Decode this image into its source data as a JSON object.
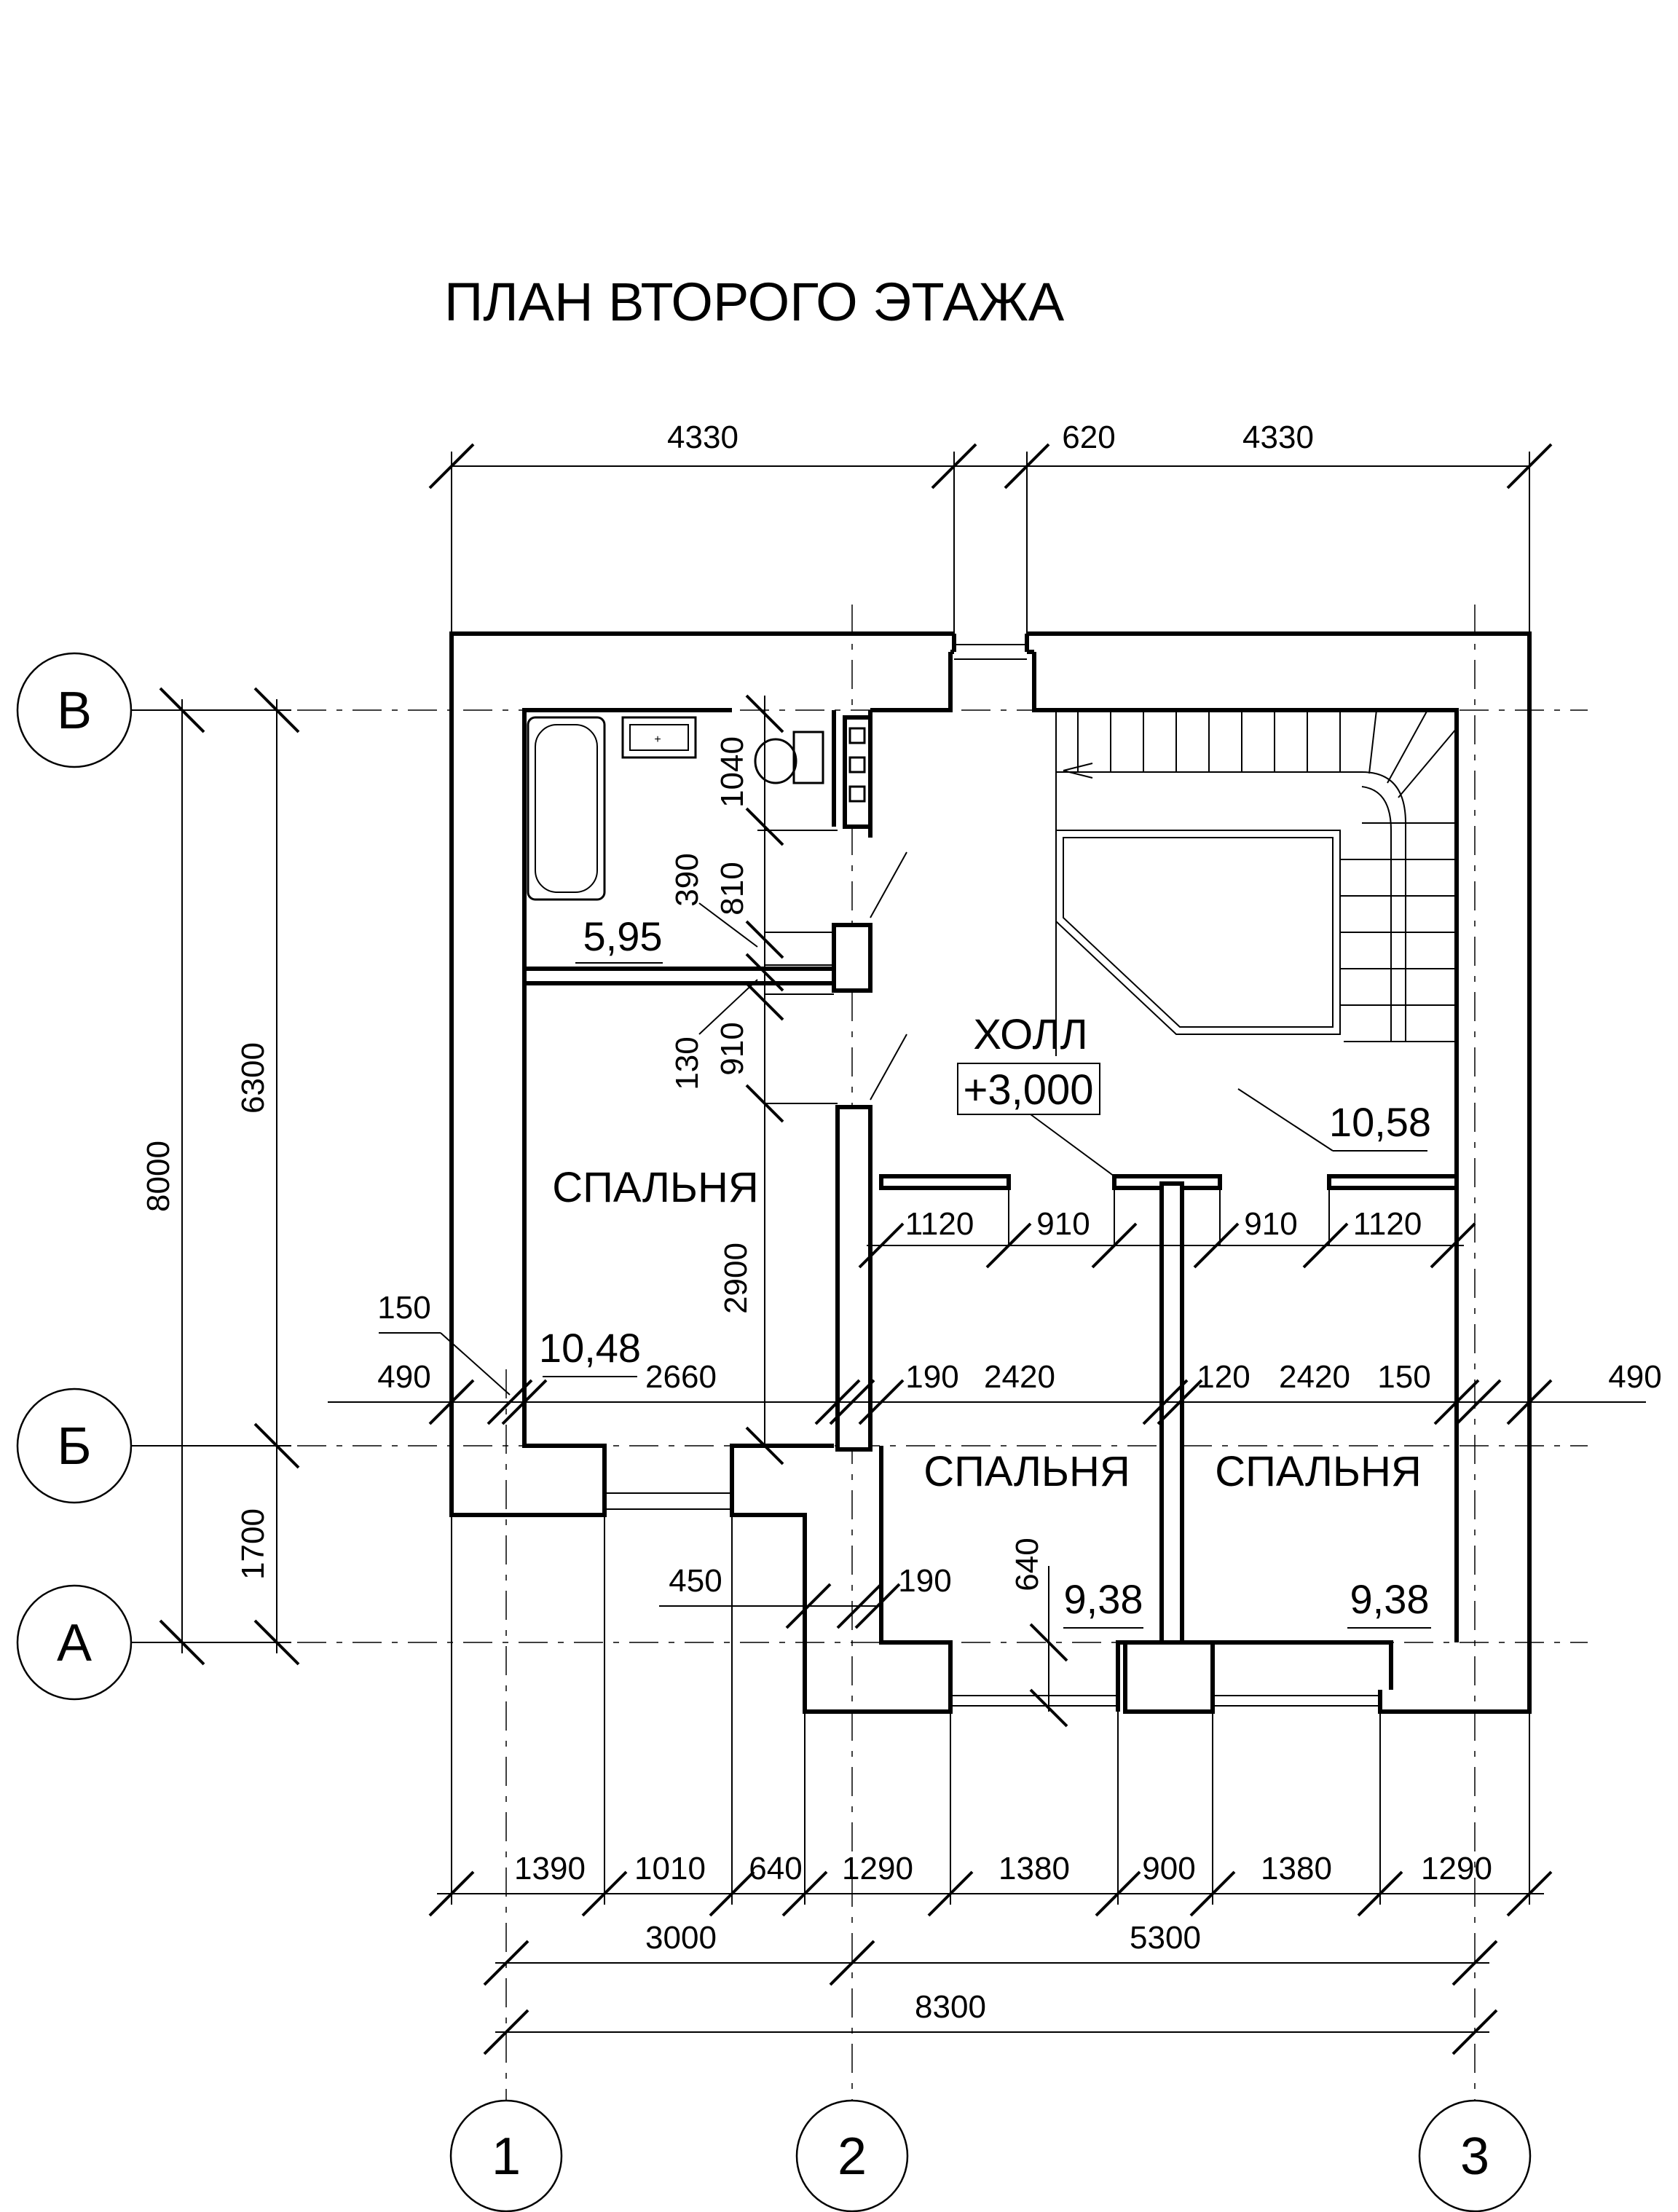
{
  "title": "ПЛАН ВТОРОГО ЭТАЖА",
  "rooms": {
    "hall": {
      "name": "ХОЛЛ",
      "level": "+3,000",
      "area": "10,58"
    },
    "bedroom_left": {
      "name": "СПАЛЬНЯ",
      "area": "10,48"
    },
    "bedroom_mid": {
      "name": "СПАЛЬНЯ",
      "area": "9,38"
    },
    "bedroom_right": {
      "name": "СПАЛЬНЯ",
      "area": "9,38"
    },
    "bathroom": {
      "area": "5,95"
    }
  },
  "axes": {
    "horizontal": [
      "В",
      "Б",
      "А"
    ],
    "vertical": [
      "1",
      "2",
      "3"
    ]
  },
  "dims": {
    "top": [
      "4330",
      "620",
      "4330"
    ],
    "left": [
      "8000",
      "6300",
      "1700"
    ],
    "bottom_row1": [
      "1390",
      "1010",
      "640",
      "1290",
      "1380",
      "900",
      "1380",
      "1290"
    ],
    "bottom_row2": [
      "3000",
      "5300"
    ],
    "bottom_row3": "8300",
    "inner": {
      "d1040": "1040",
      "d390": "390",
      "d810": "810",
      "d130": "130",
      "d910v": "910",
      "d2900": "2900",
      "d150": "150",
      "d490l": "490",
      "d2660": "2660",
      "d190a": "190",
      "d2420a": "2420",
      "d120": "120",
      "d2420b": "2420",
      "d150b": "150",
      "d490r": "490",
      "d1120a": "1120",
      "d910a": "910",
      "d910b": "910",
      "d1120b": "1120",
      "d450": "450",
      "d190b": "190",
      "d640": "640"
    }
  }
}
